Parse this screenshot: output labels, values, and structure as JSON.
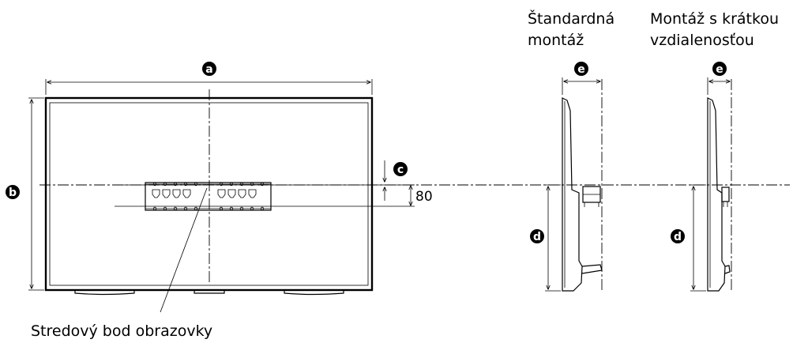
{
  "labels": {
    "a": "a",
    "b": "b",
    "c": "c",
    "d": "d",
    "e": "e",
    "dimension_80": "80",
    "screen_center": "Stredový bod obrazovky",
    "standard_mount_line1": "Štandardná",
    "standard_mount_line2": "montáž",
    "short_mount_line1": "Montáž s krátkou",
    "short_mount_line2": "vzdialenosťou"
  },
  "colors": {
    "line": "#000000",
    "badge": "#000000",
    "badge_text": "#ffffff",
    "panel_edge": "#444444"
  }
}
